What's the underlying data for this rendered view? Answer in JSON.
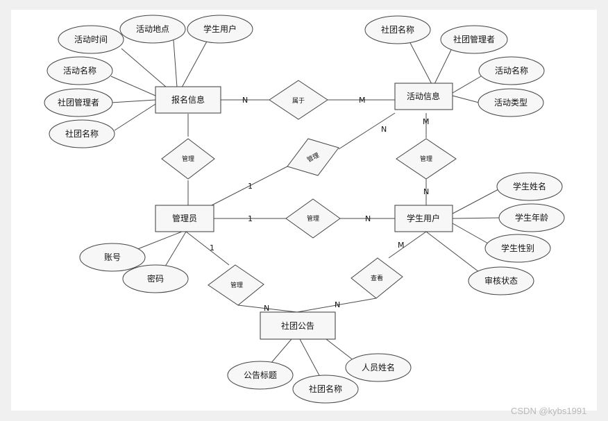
{
  "entities": {
    "signup": "报名信息",
    "activity": "活动信息",
    "admin": "管理员",
    "student": "学生用户",
    "notice": "社团公告"
  },
  "attributes": {
    "signup_time": "活动时间",
    "signup_place": "活动地点",
    "signup_user": "学生用户",
    "signup_name": "活动名称",
    "signup_manager": "社团管理者",
    "signup_club": "社团名称",
    "act_club": "社团名称",
    "act_manager": "社团管理者",
    "act_name": "活动名称",
    "act_type": "活动类型",
    "admin_account": "账号",
    "admin_password": "密码",
    "stu_name": "学生姓名",
    "stu_age": "学生年龄",
    "stu_gender": "学生性别",
    "stu_status": "审核状态",
    "notice_title": "公告标题",
    "notice_club": "社团名称",
    "notice_person": "人员姓名"
  },
  "relationships": {
    "belongs": "属于",
    "manage_signup": "管理",
    "manage_activity": "管理",
    "manage_student_act": "管理",
    "manage_student": "管理",
    "manage_notice": "管理",
    "view_notice": "查看"
  },
  "cardinalities": {
    "belongs_left": "N",
    "belongs_right": "M",
    "act_admin_n": "N",
    "act_admin_1": "1",
    "act_student_m": "M",
    "act_student_n": "N",
    "admin_student_1": "1",
    "admin_student_n": "N",
    "admin_notice_1": "1",
    "admin_notice_n": "N",
    "student_notice_m": "M",
    "student_notice_n": "N"
  },
  "watermark": "CSDN @kybs1991"
}
